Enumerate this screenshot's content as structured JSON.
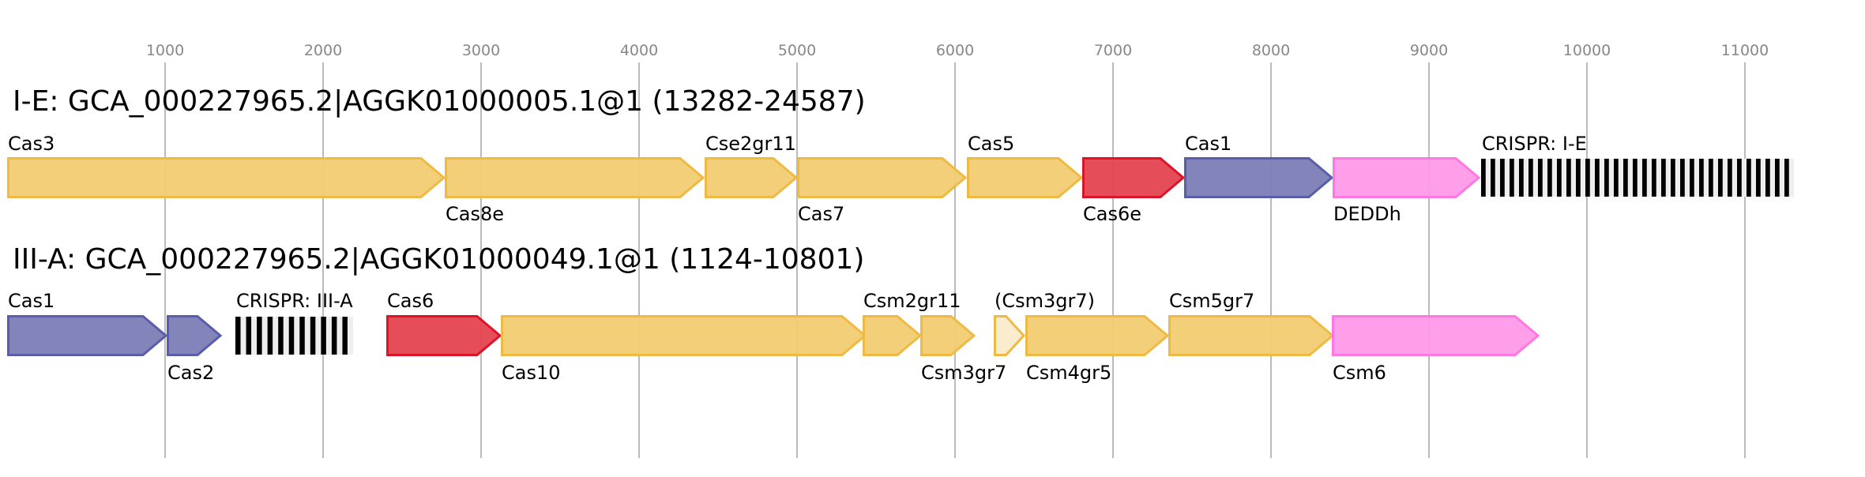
{
  "colors": {
    "yellow": {
      "fill": "#f2cc72",
      "stroke": "#efba43"
    },
    "blue": {
      "fill": "#7b7db6",
      "stroke": "#5a5ea8"
    },
    "red": {
      "fill": "#e4434f",
      "stroke": "#dc1428"
    },
    "pink": {
      "fill": "#ff99e8",
      "stroke": "#ff77e0"
    },
    "pale": {
      "fill": "#faebcb",
      "stroke": "#efba43"
    },
    "grid": "#bbbbbb"
  },
  "chart_data": {
    "type": "gene-map",
    "axis": {
      "ticks": [
        1000,
        2000,
        3000,
        4000,
        5000,
        6000,
        7000,
        8000,
        9000,
        10000,
        11000
      ],
      "tick_labels": [
        "1000",
        "2000",
        "3000",
        "4000",
        "5000",
        "6000",
        "7000",
        "8000",
        "9000",
        "10000",
        "11000"
      ]
    },
    "loci": [
      {
        "title": "I-E: GCA_000227965.2|AGGK01000005.1@1 (13282-24587)",
        "genes": [
          {
            "name": "Cas3",
            "start": 0,
            "end": 2770,
            "color": "yellow",
            "label_pos": "above"
          },
          {
            "name": "Cas8e",
            "start": 2770,
            "end": 4410,
            "color": "yellow",
            "label_pos": "below"
          },
          {
            "name": "Cse2gr11",
            "start": 4415,
            "end": 5000,
            "color": "yellow",
            "label_pos": "above"
          },
          {
            "name": "Cas7",
            "start": 5000,
            "end": 6070,
            "color": "yellow",
            "label_pos": "below"
          },
          {
            "name": "Cas5",
            "start": 6075,
            "end": 6805,
            "color": "yellow",
            "label_pos": "above"
          },
          {
            "name": "Cas6e",
            "start": 6805,
            "end": 7450,
            "color": "red",
            "label_pos": "below"
          },
          {
            "name": "Cas1",
            "start": 7450,
            "end": 8390,
            "color": "blue",
            "label_pos": "above"
          },
          {
            "name": "DEDDh",
            "start": 8390,
            "end": 9320,
            "color": "pink",
            "label_pos": "below"
          },
          {
            "name": "CRISPR: I-E",
            "start": 9330,
            "end": 11310,
            "type": "crispr",
            "repeats": 33,
            "label_pos": "above"
          }
        ]
      },
      {
        "title": "III-A: GCA_000227965.2|AGGK01000049.1@1 (1124-10801)",
        "genes": [
          {
            "name": "Cas1",
            "start": 0,
            "end": 1010,
            "color": "blue",
            "label_pos": "above"
          },
          {
            "name": "Cas2",
            "start": 1010,
            "end": 1355,
            "color": "blue",
            "label_pos": "below"
          },
          {
            "name": "CRISPR: III-A",
            "start": 1445,
            "end": 2190,
            "type": "crispr",
            "repeats": 11,
            "label_pos": "above"
          },
          {
            "name": "Cas6",
            "start": 2400,
            "end": 3125,
            "color": "red",
            "label_pos": "above"
          },
          {
            "name": "Cas10",
            "start": 3125,
            "end": 5435,
            "color": "yellow",
            "label_pos": "below"
          },
          {
            "name": "Csm2gr11",
            "start": 5415,
            "end": 5785,
            "color": "yellow",
            "label_pos": "above"
          },
          {
            "name": "Csm3gr7",
            "start": 5780,
            "end": 6125,
            "color": "yellow",
            "label_pos": "below"
          },
          {
            "name": "(Csm3gr7)",
            "start": 6245,
            "end": 6440,
            "color": "pale",
            "label_pos": "above"
          },
          {
            "name": "Csm4gr5",
            "start": 6445,
            "end": 7350,
            "color": "yellow",
            "label_pos": "below"
          },
          {
            "name": "Csm5gr7",
            "start": 7350,
            "end": 8395,
            "color": "yellow",
            "label_pos": "above"
          },
          {
            "name": "Csm6",
            "start": 8385,
            "end": 9695,
            "color": "pink",
            "label_pos": "below"
          }
        ]
      }
    ]
  }
}
